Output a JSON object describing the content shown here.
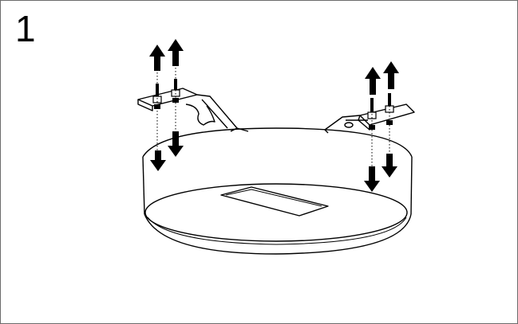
{
  "step": {
    "number": "1"
  },
  "illustration": {
    "subject": "ceiling-mount-ring-with-brackets",
    "arrows_up": 4,
    "arrows_down": 4,
    "line_color": "#000000",
    "background": "#ffffff"
  }
}
